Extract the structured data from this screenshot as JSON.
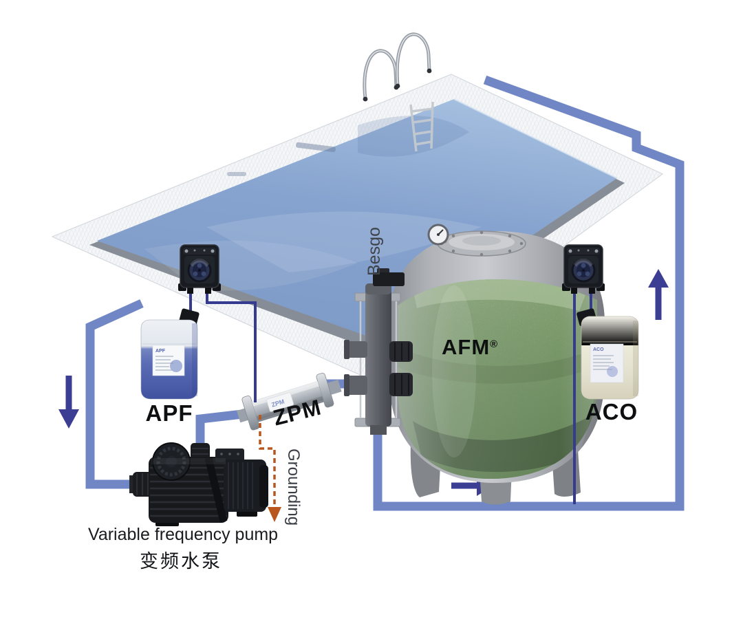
{
  "diagram": {
    "components": {
      "apf": {
        "label": "APF"
      },
      "zpm": {
        "label": "ZPM"
      },
      "afm": {
        "label": "AFM",
        "registered_mark": "®"
      },
      "aco": {
        "label": "ACO"
      },
      "besgo": {
        "label": "Besgo"
      },
      "grounding": {
        "label": "Grounding"
      },
      "pump": {
        "label_en": "Variable frequency pump",
        "label_zh": "变频水泵"
      }
    },
    "colors": {
      "pipe": "#7186c4",
      "flow_arrow": "#3b3e92",
      "grounding_line": "#b9561d",
      "pool_water": "#8aa6d2",
      "filter_media_green": "#7fa06c",
      "tank_gray": "#b0b3b8",
      "label_text": "#0e0f11"
    }
  }
}
